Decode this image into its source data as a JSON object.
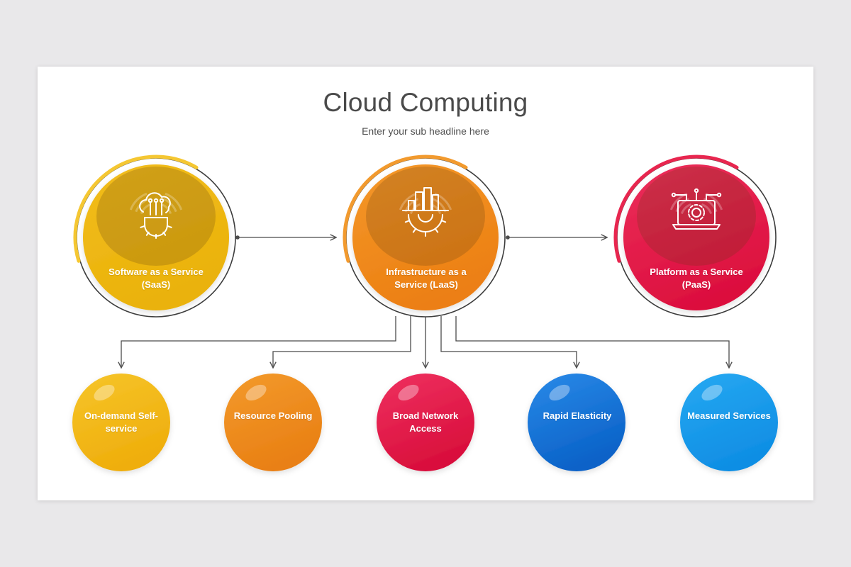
{
  "title": "Cloud Computing",
  "subtitle": "Enter your sub headline here",
  "main_nodes": [
    {
      "label": "Software as a Service (SaaS)",
      "icon": "cloud-gear-icon",
      "color": "#f2bd1d",
      "color_dark": "#eab20a",
      "ring": "#f5c732"
    },
    {
      "label": "Infrastructure as a Service (LaaS)",
      "icon": "city-gear-icon",
      "color": "#f4982a",
      "color_dark": "#ec7f12",
      "ring": "#f29a2e"
    },
    {
      "label": "Platform as a Service (PaaS)",
      "icon": "laptop-gear-icon",
      "color": "#ec2f5a",
      "color_dark": "#dc0f3e",
      "ring": "#e8264f"
    }
  ],
  "characteristics": [
    {
      "label": "On-demand Self-service",
      "color": "#f6c52a",
      "color_dark": "#efae0c"
    },
    {
      "label": "Resource Pooling",
      "color": "#f39a2c",
      "color_dark": "#e98014"
    },
    {
      "label": "Broad Network Access",
      "color": "#ef3160",
      "color_dark": "#d90f3c"
    },
    {
      "label": "Rapid Elasticity",
      "color": "#2a8ae8",
      "color_dark": "#0a62c8"
    },
    {
      "label": "Measured Services",
      "color": "#27a9f2",
      "color_dark": "#0f8ee4"
    }
  ]
}
